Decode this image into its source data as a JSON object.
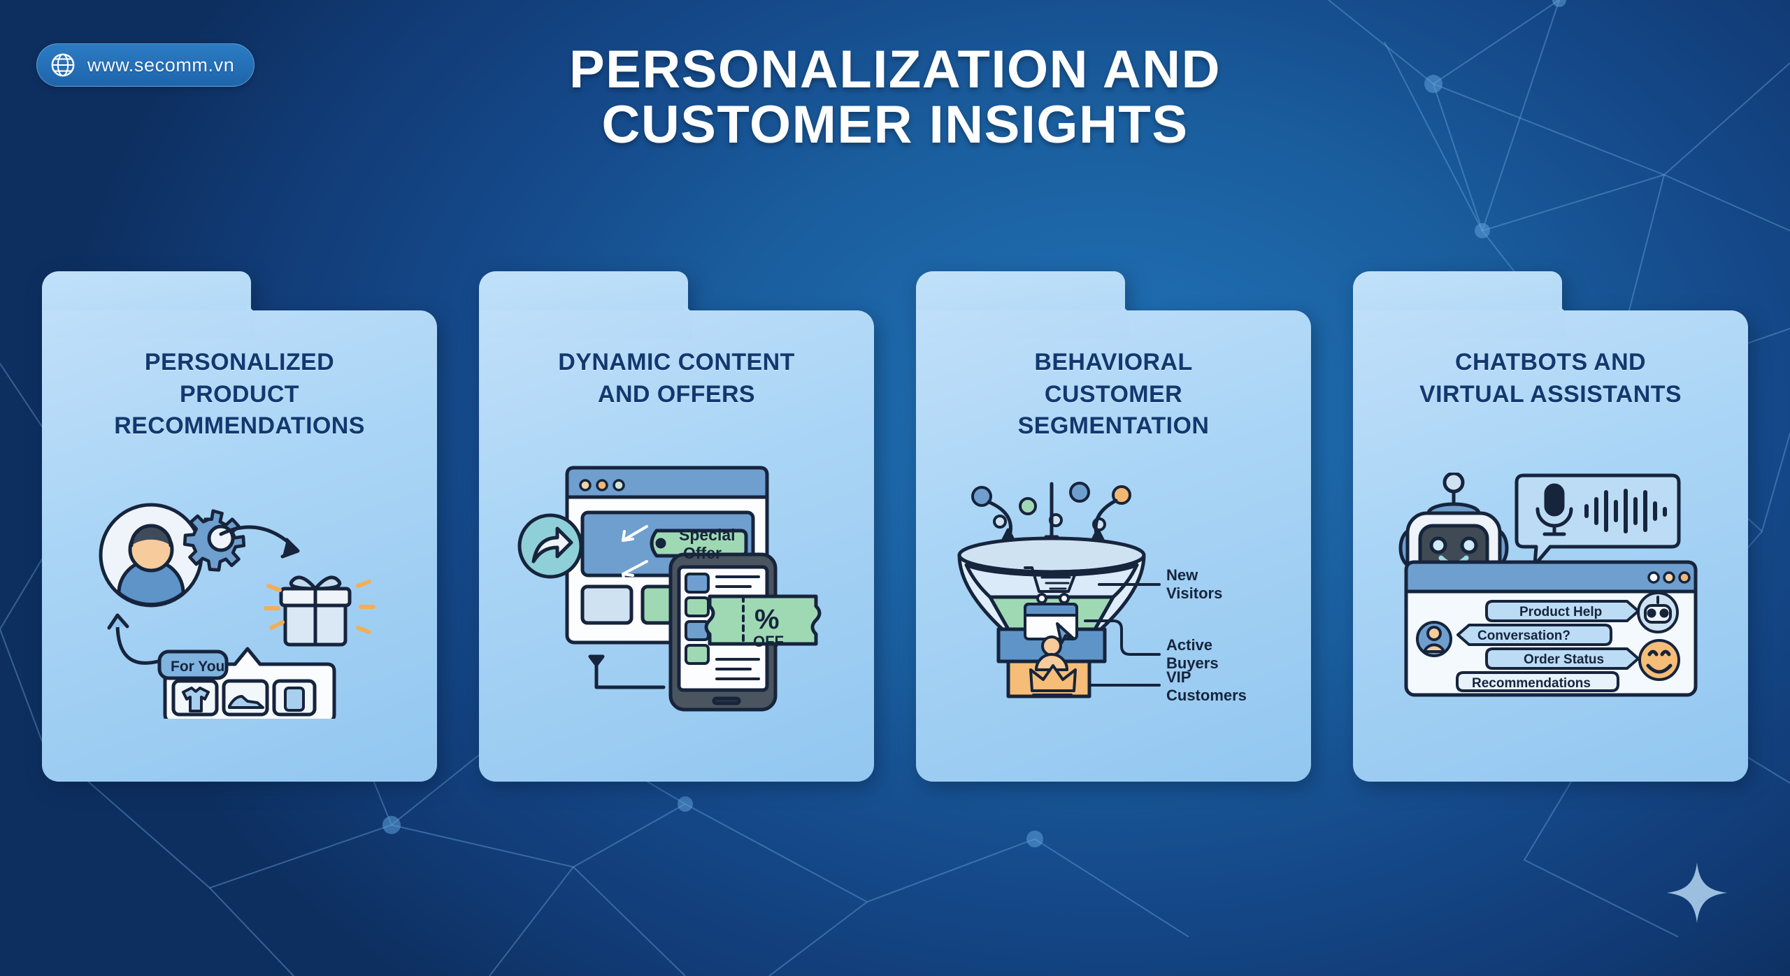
{
  "brand": {
    "url_label": "www.secomm.vn",
    "globe_icon": "globe-icon"
  },
  "header": {
    "title_line1": "PERSONALIZATION AND",
    "title_line2": "CUSTOMER INSIGHTS"
  },
  "colors": {
    "bg_dark": "#0d2f60",
    "bg_mid": "#1a5e9e",
    "card_light": "#b0d7f6",
    "card_title": "#12386f",
    "ink": "#16243c",
    "accent_green": "#9fd9b4",
    "accent_orange": "#f5bd78",
    "accent_teal": "#8fd0d8",
    "white": "#ffffff"
  },
  "cards": [
    {
      "id": "personalized-product-recommendations",
      "title_lines": [
        "PERSONALIZED",
        "PRODUCT",
        "RECOMMENDATIONS"
      ],
      "art": {
        "name": "personalization-illustration",
        "labels": {
          "for_you": "For You"
        },
        "icons": [
          "user-avatar-icon",
          "gear-icon",
          "gift-icon",
          "tshirt-icon",
          "shoe-icon",
          "phone-icon",
          "arrow-icon"
        ]
      }
    },
    {
      "id": "dynamic-content-and-offers",
      "title_lines": [
        "DYNAMIC CONTENT",
        "AND OFFERS"
      ],
      "art": {
        "name": "dynamic-offers-illustration",
        "labels": {
          "tag": "Special\nOffer",
          "tag_line1": "Special",
          "tag_line2": "Offer",
          "coupon_percent": "%",
          "coupon_off": "OFF"
        },
        "icons": [
          "browser-window-icon",
          "share-arrow-icon",
          "price-tag-icon",
          "smartphone-icon",
          "coupon-icon"
        ]
      }
    },
    {
      "id": "behavioral-customer-segmentation",
      "title_lines": [
        "BEHAVIORAL",
        "CUSTOMER",
        "SEGMENTATION"
      ],
      "art": {
        "name": "segmentation-funnel-illustration",
        "funnel_labels": [
          {
            "line1": "New",
            "line2": "Visitors"
          },
          {
            "line1": "Active",
            "line2": "Buyers"
          },
          {
            "line1": "VIP",
            "line2": "Customers"
          }
        ],
        "icons": [
          "funnel-icon",
          "shopping-cart-icon",
          "browser-cursor-icon",
          "person-icon",
          "crown-icon",
          "down-arrow-icon"
        ]
      }
    },
    {
      "id": "chatbots-and-virtual-assistants",
      "title_lines": [
        "CHATBOTS AND",
        "VIRTUAL ASSISTANTS"
      ],
      "art": {
        "name": "chatbot-illustration",
        "chat_bubbles": [
          "Product Help",
          "Conversation?",
          "Order Status",
          "Recommendations"
        ],
        "icons": [
          "robot-icon",
          "microphone-icon",
          "waveform-icon",
          "chat-window-icon",
          "bot-avatar-icon",
          "user-avatar-icon",
          "smiley-icon"
        ]
      }
    }
  ],
  "decor": {
    "sparkle_icon": "sparkle-icon",
    "network_pattern": "network-nodes-pattern"
  }
}
